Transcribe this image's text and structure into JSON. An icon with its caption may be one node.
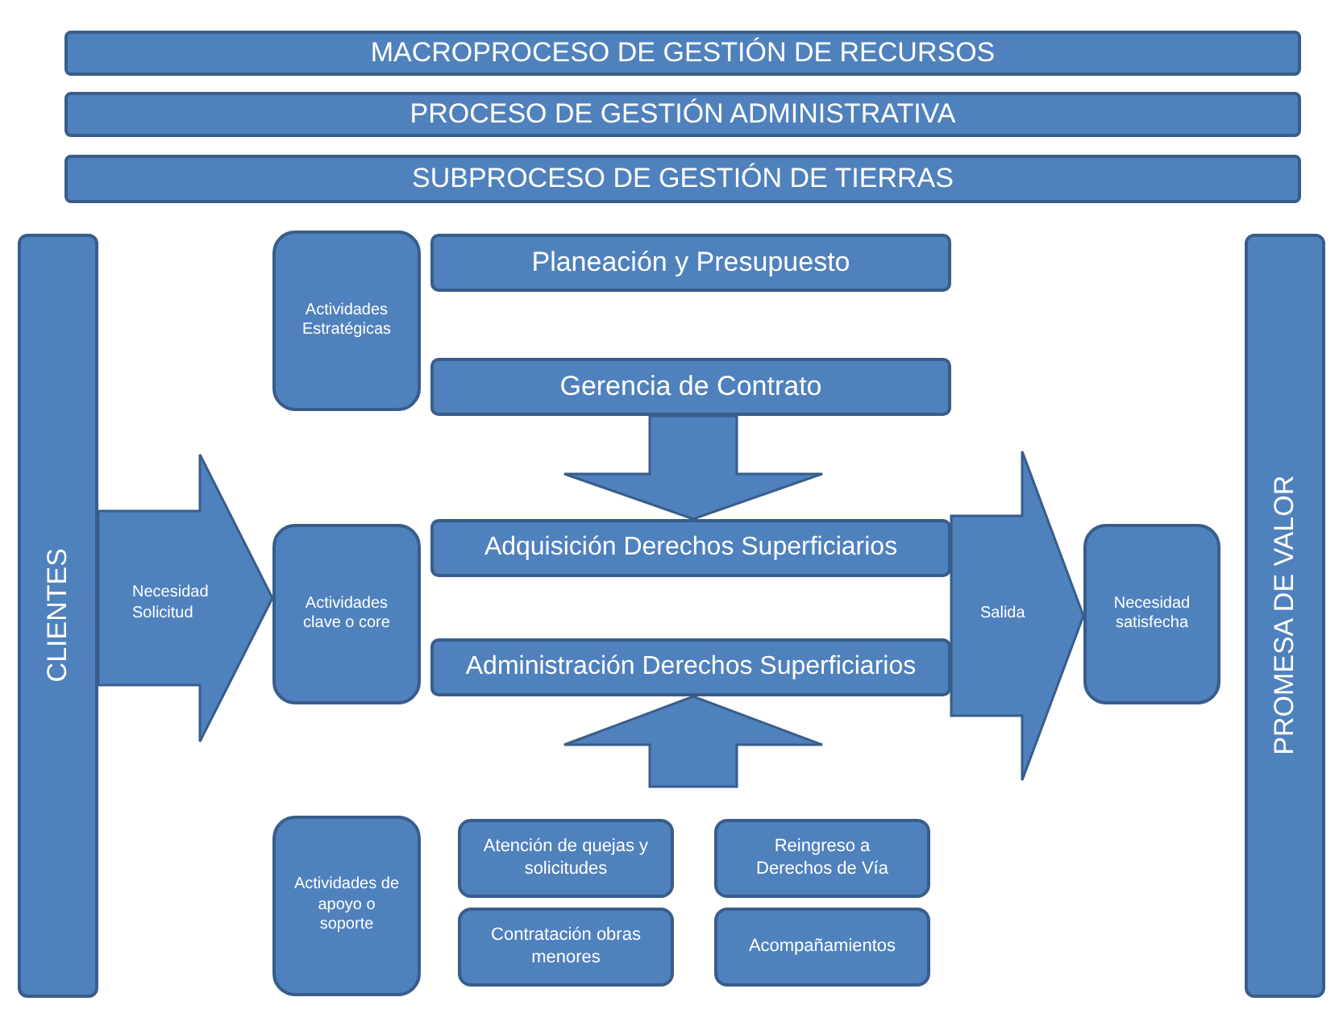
{
  "diagram": {
    "nodes": [
      {
        "text": [
          "MACROPROCESO DE GESTIÓN DE RECURSOS"
        ]
      },
      {
        "text": [
          "PROCESO DE GESTIÓN ADMINISTRATIVA"
        ]
      },
      {
        "text": [
          "SUBPROCESO DE GESTIÓN DE TIERRAS"
        ]
      },
      {
        "text": [
          "CLIENTES"
        ]
      },
      {
        "text": [
          "Actividades Estratégicas"
        ]
      },
      {
        "text": [
          "Planeación y Presupuesto"
        ]
      },
      {
        "text": [
          "Gerencia de Contrato"
        ]
      },
      {
        "text": [
          "Actividades clave o core"
        ]
      },
      {
        "text": [
          "Adquisición Derechos Superficiarios"
        ]
      },
      {
        "text": [
          "Administración Derechos Superficiarios"
        ]
      },
      {
        "text": [
          "Necesidad satisfecha"
        ]
      },
      {
        "text": [
          "PROMESA DE VALOR"
        ]
      },
      {
        "text": [
          "Actividades de apoyo o soporte"
        ]
      },
      {
        "text": [
          "Atención de quejas y solicitudes"
        ]
      },
      {
        "text": [
          "Reingreso a Derechos de Vía"
        ]
      },
      {
        "text": [
          "Contratación obras menores"
        ]
      },
      {
        "text": [
          "Acompañamientos"
        ]
      }
    ],
    "edges": [
      {
        "from": 3,
        "to": 7,
        "arrow": "to",
        "label": "Necesidad Solicitud"
      },
      {
        "from": 6,
        "to": 8,
        "arrow": "to"
      },
      {
        "from": null,
        "to": 9,
        "arrow": "to"
      },
      {
        "from": 8,
        "to": 10,
        "arrow": "to",
        "label": "Salida"
      }
    ]
  }
}
